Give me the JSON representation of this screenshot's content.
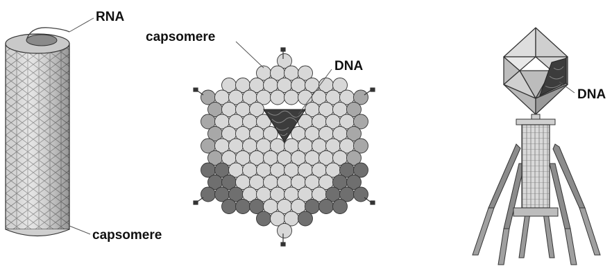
{
  "diagram": {
    "panels": [
      {
        "id": "rod-virus",
        "labels": {
          "top": "RNA",
          "bottom": "capsomere"
        }
      },
      {
        "id": "polyhedral-virus",
        "labels": {
          "capsomere": "capsomere",
          "genome": "DNA"
        }
      },
      {
        "id": "bacteriophage",
        "labels": {
          "genome": "DNA"
        }
      }
    ]
  },
  "colors": {
    "capsomere_light": "#d8d8d8",
    "capsomere_mid": "#a8a8a8",
    "capsomere_dark": "#6f6f6f",
    "nucleic_acid": "#3a3a3a",
    "outline": "#333333"
  }
}
